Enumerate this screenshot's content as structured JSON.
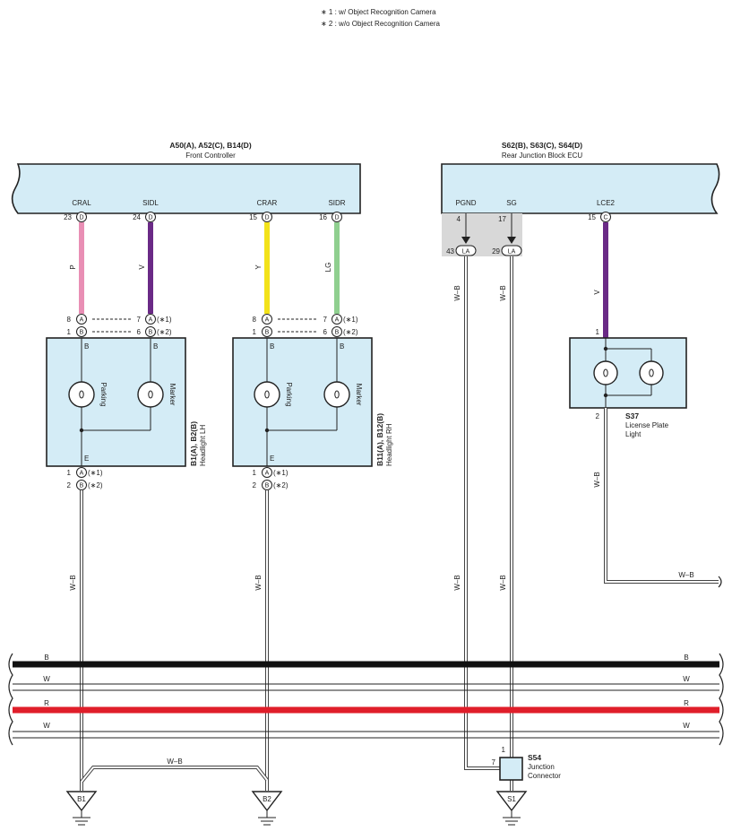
{
  "notes": {
    "note1": "∗ 1 : w/ Object Recognition Camera",
    "note2": "∗ 2 : w/o Object Recognition Camera"
  },
  "front_controller": {
    "code": "A50(A), A52(C), B14(D)",
    "name": "Front Controller",
    "pins": [
      {
        "label": "CRAL",
        "num": "23",
        "conn": "D",
        "wire": "P",
        "color": "#e98fb5"
      },
      {
        "label": "SIDL",
        "num": "24",
        "conn": "D",
        "wire": "V",
        "color": "#6a2a86"
      },
      {
        "label": "CRAR",
        "num": "15",
        "conn": "D",
        "wire": "Y",
        "color": "#f2e21a"
      },
      {
        "label": "SIDR",
        "num": "16",
        "conn": "D",
        "wire": "LG",
        "color": "#8fcf8f"
      }
    ]
  },
  "rear_ecu": {
    "code": "S62(B), S63(C), S64(D)",
    "name": "Rear Junction Block ECU",
    "pins": [
      {
        "label": "PGND",
        "num": "4",
        "sub_num": "43",
        "sub_conn": "LA",
        "wire": "W–B"
      },
      {
        "label": "SG",
        "num": "17",
        "sub_num": "29",
        "sub_conn": "LA",
        "wire": "W–B"
      },
      {
        "label": "LCE2",
        "num": "15",
        "conn": "C",
        "wire": "V",
        "color": "#6a2a86"
      }
    ]
  },
  "headlight_lh": {
    "code": "B1(A), B2(B)",
    "name": "Headlight LH",
    "top_left": {
      "a": "8",
      "b": "1"
    },
    "top_right": {
      "a": "7",
      "b": "6"
    },
    "bottom": {
      "a": "1",
      "b": "2"
    },
    "term_b": "B",
    "term_e": "E",
    "lamp1": "Parking",
    "lamp2": "Marker",
    "ground": "B1",
    "wire": "W–B"
  },
  "headlight_rh": {
    "code": "B11(A), B12(B)",
    "name": "Headlight RH",
    "top_left": {
      "a": "8",
      "b": "1"
    },
    "top_right": {
      "a": "7",
      "b": "6"
    },
    "bottom": {
      "a": "1",
      "b": "2"
    },
    "term_b": "B",
    "term_e": "E",
    "lamp1": "Parking",
    "lamp2": "Marker",
    "ground": "B2",
    "wire": "W–B"
  },
  "conn_labels": {
    "a": "A",
    "b": "B",
    "star1": "(∗1)",
    "star2": "(∗2)"
  },
  "license_light": {
    "code": "S37",
    "name1": "License Plate",
    "name2": "Light",
    "pin_top": "1",
    "pin_bottom": "2",
    "wire": "W–B"
  },
  "junction": {
    "code": "S54",
    "name1": "Junction",
    "name2": "Connector",
    "pin_top": "1",
    "pin_left": "7",
    "ground": "S1"
  },
  "bridge_wire": "W–B",
  "continuation_wire": "W–B",
  "bus": [
    {
      "label": "B",
      "color": "#111111"
    },
    {
      "label": "W",
      "color": "#ffffff"
    },
    {
      "label": "R",
      "color": "#e01e2a"
    },
    {
      "label": "W",
      "color": "#ffffff"
    }
  ]
}
